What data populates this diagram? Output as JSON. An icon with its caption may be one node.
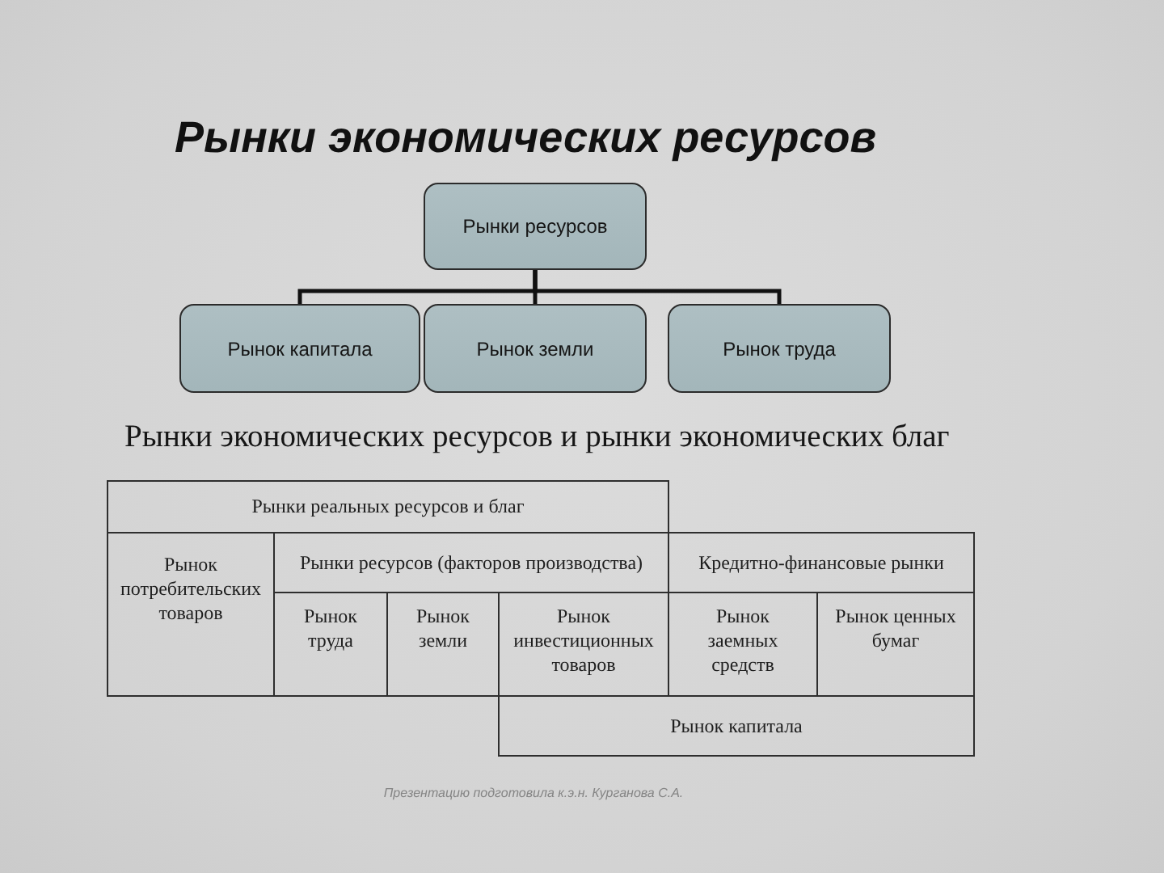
{
  "diagram": {
    "title": "Рынки экономических ресурсов",
    "nodes": [
      {
        "text": [
          "Рынки ресурсов"
        ]
      },
      {
        "text": [
          "Рынок капитала"
        ]
      },
      {
        "text": [
          "Рынок земли"
        ]
      },
      {
        "text": [
          "Рынок труда"
        ]
      }
    ],
    "edges": [
      {
        "from": 0,
        "to": 1,
        "arrow": "none"
      },
      {
        "from": 0,
        "to": 2,
        "arrow": "none"
      },
      {
        "from": 0,
        "to": 3,
        "arrow": "none"
      }
    ],
    "labels": [
      "Рынки экономических ресурсов и рынки экономических благ",
      "Рынки реальных ресурсов и благ",
      "Рынок потребительских товаров",
      "Рынки ресурсов (факторов производства)",
      "Кредитно-финансовые рынки",
      "Рынок труда",
      "Рынок земли",
      "Рынок инвестиционных товаров",
      "Рынок заемных средств",
      "Рынок ценных бумаг",
      "Рынок капитала",
      "Презентацию подготовила к.э.н. Курганова С.А."
    ]
  }
}
